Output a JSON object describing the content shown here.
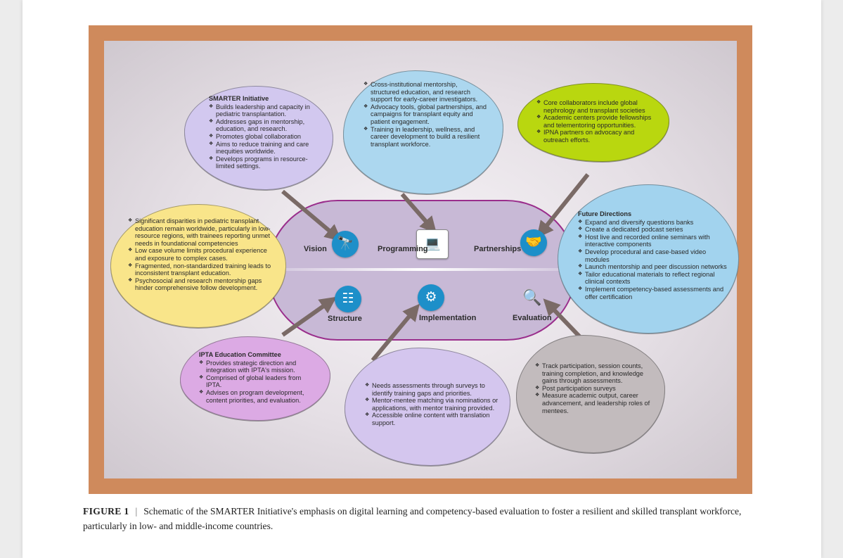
{
  "pillars": {
    "vision": "Vision",
    "programming": "Programming",
    "partnerships": "Partnerships",
    "structure": "Structure",
    "implementation": "Implementation",
    "evaluation": "Evaluation"
  },
  "clouds": {
    "smarter": {
      "title": "SMARTER Initiative",
      "items": [
        "Builds leadership and capacity in pediatric transplantation.",
        "Addresses gaps in mentorship, education, and research.",
        "Promotes global collaboration",
        "Aims to reduce training and care inequities worldwide.",
        "Develops programs in resource-limited settings."
      ]
    },
    "programs": {
      "items": [
        "Cross-institutional mentorship, structured education, and research support for early-career investigators.",
        "Advocacy tools, global partnerships, and campaigns for transplant equity and patient engagement.",
        "Training in leadership, wellness, and career development to build a resilient transplant workforce."
      ]
    },
    "partners": {
      "items": [
        "Core collaborators include global nephrology and transplant societies",
        "Academic centers provide fellowships and telementoring opportunities.",
        "IPNA partners on advocacy and outreach efforts."
      ]
    },
    "disparity": {
      "items": [
        "Significant disparities in pediatric transplant education remain worldwide, particularly in low-resource regions, with trainees reporting unmet needs in foundational competencies",
        "Low case volume limits procedural experience and exposure to complex cases.",
        "Fragmented, non-standardized training leads to inconsistent transplant education.",
        "Psychosocial and research mentorship gaps hinder comprehensive follow development."
      ]
    },
    "future": {
      "title": "Future Directions",
      "items": [
        "Expand and diversify questions banks",
        "Create a dedicated podcast series",
        "Host live and recorded online seminars with interactive components",
        "Develop procedural and case-based video modules",
        "Launch mentorship and peer discussion networks",
        "Tailor educational materials to reflect regional clinical contexts",
        "Implement competency-based assessments and offer certification"
      ]
    },
    "ipta": {
      "title": "IPTA Education Committee",
      "items": [
        "Provides strategic direction and integration with IPTA's mission.",
        "Comprised of global leaders from IPTA.",
        "Advises on program development, content priorities, and evaluation."
      ]
    },
    "impl": {
      "items": [
        "Needs assessments through surveys to identify training gaps and priorities.",
        "Mentor-mentee matching via nominations or applications, with mentor training provided.",
        "Accessible online content with translation support."
      ]
    },
    "eval": {
      "items": [
        "Track participation, session counts, training completion, and knowledge gains through assessments.",
        "Post participation surveys",
        "Measure academic output, career advancement, and leadership roles of mentees."
      ]
    }
  },
  "caption": {
    "label": "FIGURE 1",
    "separator": "|",
    "text": "Schematic of the SMARTER Initiative's emphasis on digital learning and competency-based evaluation to foster a resilient and skilled transplant workforce, particularly in low- and middle-income countries."
  },
  "icons": {
    "vision": "telescope-icon",
    "programming": "laptop-icon",
    "partnerships": "handshake-icon",
    "structure": "org-chart-icon",
    "implementation": "gear-person-icon",
    "evaluation": "magnifier-icon"
  },
  "colors": {
    "frame": "#cf8a5c",
    "band": "#c8b9d6",
    "band_border": "#9a2e8c",
    "icon_blue": "#1d8fc9",
    "arrow": "#7a6a66"
  }
}
